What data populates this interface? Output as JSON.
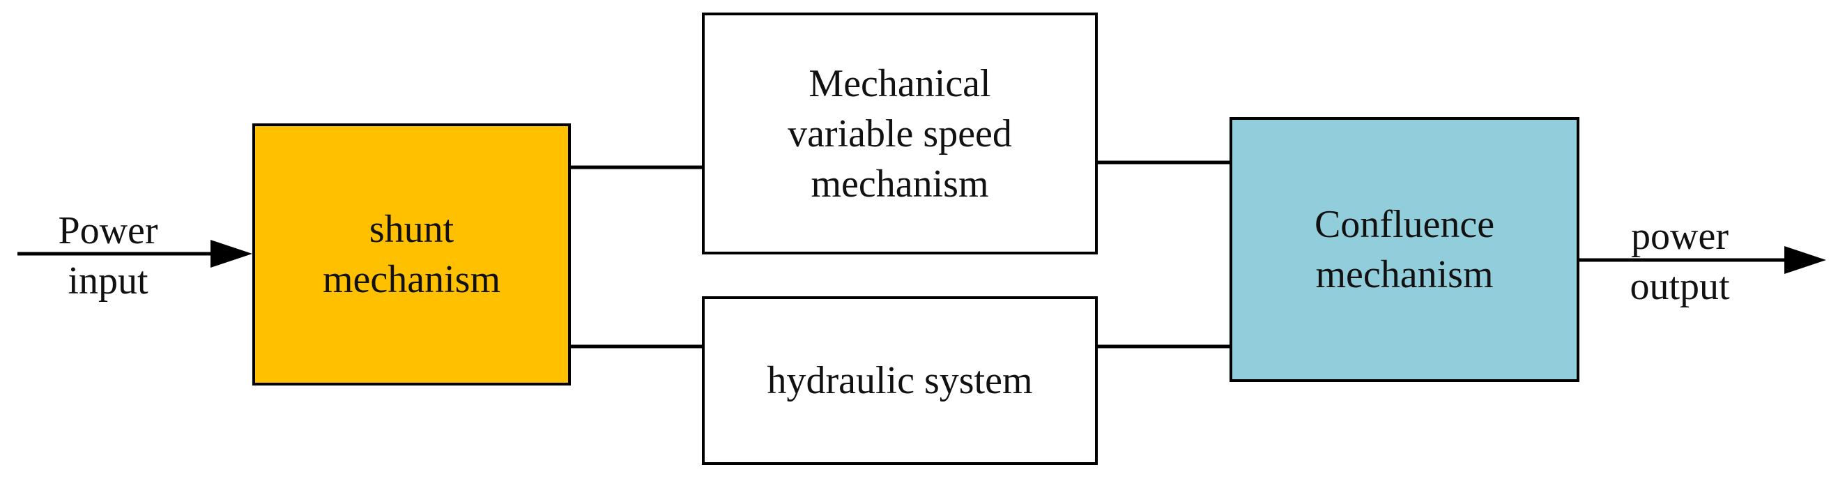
{
  "colors": {
    "shunt_fill": "#FFC000",
    "confluence_fill": "#92CDDC",
    "plain_fill": "#FFFFFF",
    "line": "#000000"
  },
  "input_label": [
    "Power",
    "input"
  ],
  "output_label": [
    "power",
    "output"
  ],
  "blocks": {
    "shunt": [
      "shunt",
      "mechanism"
    ],
    "mechanical": [
      "Mechanical",
      "variable speed",
      "mechanism"
    ],
    "hydraulic": [
      "hydraulic system"
    ],
    "confluence": [
      "Confluence",
      "mechanism"
    ]
  }
}
